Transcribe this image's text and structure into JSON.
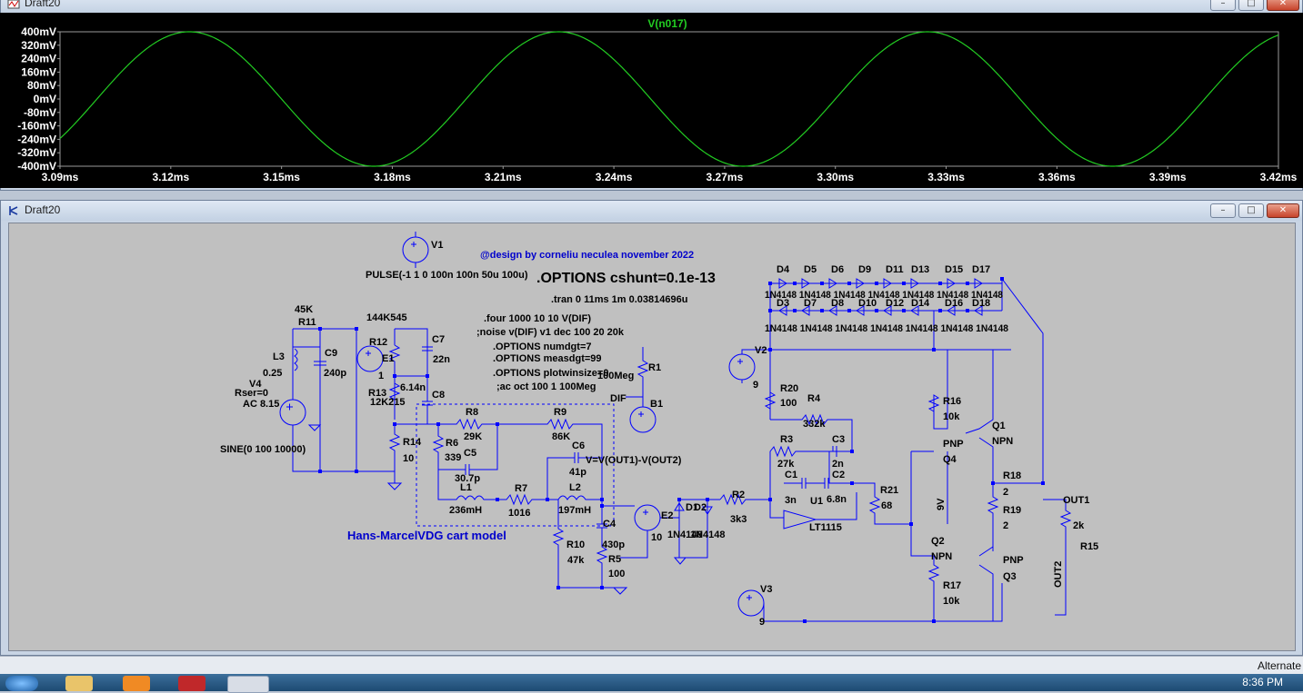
{
  "window_top": {
    "title": "Draft20"
  },
  "window_bottom": {
    "title": "Draft20"
  },
  "waveform": {
    "trace_name": "V(n017)",
    "trace_color": "#22cc22",
    "y_ticks": [
      "400mV",
      "320mV",
      "240mV",
      "160mV",
      "80mV",
      "0mV",
      "-80mV",
      "-160mV",
      "-240mV",
      "-320mV",
      "-400mV"
    ],
    "x_ticks": [
      "3.09ms",
      "3.12ms",
      "3.15ms",
      "3.18ms",
      "3.21ms",
      "3.24ms",
      "3.27ms",
      "3.30ms",
      "3.33ms",
      "3.36ms",
      "3.39ms",
      "3.42ms"
    ]
  },
  "chart_data": {
    "type": "line",
    "series": [
      {
        "name": "V(n017)",
        "x_ms": [
          3.09,
          3.42
        ],
        "amplitude_mV": 400,
        "frequency_hz": 10000,
        "peak_at_ms": 3.125
      }
    ],
    "xlim": [
      3.09,
      3.42
    ],
    "ylim": [
      -400,
      400
    ]
  },
  "schematic": {
    "design_credit": "@design by corneliu neculea november 2022",
    "options_cshunt": ".OPTIONS cshunt=0.1e-13",
    "tran": ".tran 0 11ms 1m 0.03814696u",
    "four": ".four 1000 10 10 V(DIF)",
    "noise": ";noise v(DIF) v1 dec 100 20 20k",
    "numdgt": ".OPTIONS numdgt=7",
    "measdgt": ".OPTIONS measdgt=99",
    "plotwinsize": ".OPTIONS plotwinsize=0",
    "ac": ";ac oct 100 1 100Meg",
    "pulse": "PULSE(-1 1 0 100n 100n 50u 100u)",
    "sine": "SINE(0 100 10000)",
    "bvexpr": "V=V(OUT1)-V(OUT2)",
    "cart_model": "Hans-MarcelVDG cart model",
    "V1": "V1",
    "V2": "V2",
    "V2_val": "9",
    "V3": "V3",
    "V3_val": "9",
    "V4": "V4",
    "V4_rser": "Rser=0",
    "V4_ac": "AC 8.15",
    "R11": "R11",
    "R11_val": "45K",
    "L3": "L3",
    "L3_val": "0.25",
    "C9": "C9",
    "C9_val": "240p",
    "R12": "R12",
    "R12_val": "144K545",
    "E1": "E1",
    "E1_val": "1",
    "C7": "C7",
    "C7_val": "22n",
    "R13": "R13",
    "R13_val": "12K215",
    "C8": "C8",
    "C8_val": "6.14n",
    "R14": "R14",
    "R14_val": "10",
    "R8": "R8",
    "R8_val": "29K",
    "R9": "R9",
    "R9_val": "86K",
    "R6": "R6",
    "R6_val": "339",
    "C5": "C5",
    "C5_val": "30.7p",
    "C6": "C6",
    "C6_val": "41p",
    "L1": "L1",
    "L1_val": "236mH",
    "R7": "R7",
    "R7_val": "1016",
    "L2": "L2",
    "L2_val": "197mH",
    "C4": "C4",
    "C4_val": "430p",
    "R10": "R10",
    "R10_val": "47k",
    "R5": "R5",
    "R5_val": "100",
    "R1": "R1",
    "R1_val": "100Meg",
    "DIF": "DIF",
    "B1": "B1",
    "E2": "E2",
    "E2_val": "10",
    "D1": "D1",
    "D2": "D2",
    "D12_model": "1N4148",
    "R2": "R2",
    "R2_val": "3k3",
    "R20": "R20",
    "R20_val": "100",
    "R4": "R4",
    "R4_val": "332k",
    "R3": "R3",
    "R3_val": "27k",
    "C3": "C3",
    "C3_val": "2n",
    "C1": "C1",
    "C1_val": "3n",
    "C2": "C2",
    "C2_val": "6.8n",
    "U1": "U1",
    "U1_val": "LT1115",
    "R21": "R21",
    "R21_val": "68",
    "R16": "R16",
    "R16_val": "10k",
    "R17": "R17",
    "R17_val": "10k",
    "Q1": "Q1",
    "Q1_type": "NPN",
    "Q2": "Q2",
    "Q2_type": "NPN",
    "Q3": "Q3",
    "Q3_type": "PNP",
    "Q4": "Q4",
    "Q4_type": "PNP",
    "R18": "R18",
    "R18_val": "2",
    "R19": "R19",
    "R19_val": "2",
    "OUT1": "OUT1",
    "OUT2": "OUT2",
    "R15": "R15",
    "R15_val": "2k",
    "net_9V": "9V",
    "diode_row1": [
      "D4",
      "D5",
      "D6",
      "D9",
      "D11",
      "D13",
      "D15",
      "D17"
    ],
    "diode_row2": [
      "D3",
      "D7",
      "D8",
      "D10",
      "D12",
      "D14",
      "D16",
      "D18"
    ],
    "diode_model_row1": "1N4148 1N4148 1N4148 1N4148 1N4148 1N4148 1N4148",
    "diode_model_row2": "1N4148 1N4148 1N4148 1N4148 1N4148 1N4148 1N4148"
  },
  "status": {
    "text": "Alternate"
  },
  "taskbar": {
    "clock": "8:36 PM"
  }
}
